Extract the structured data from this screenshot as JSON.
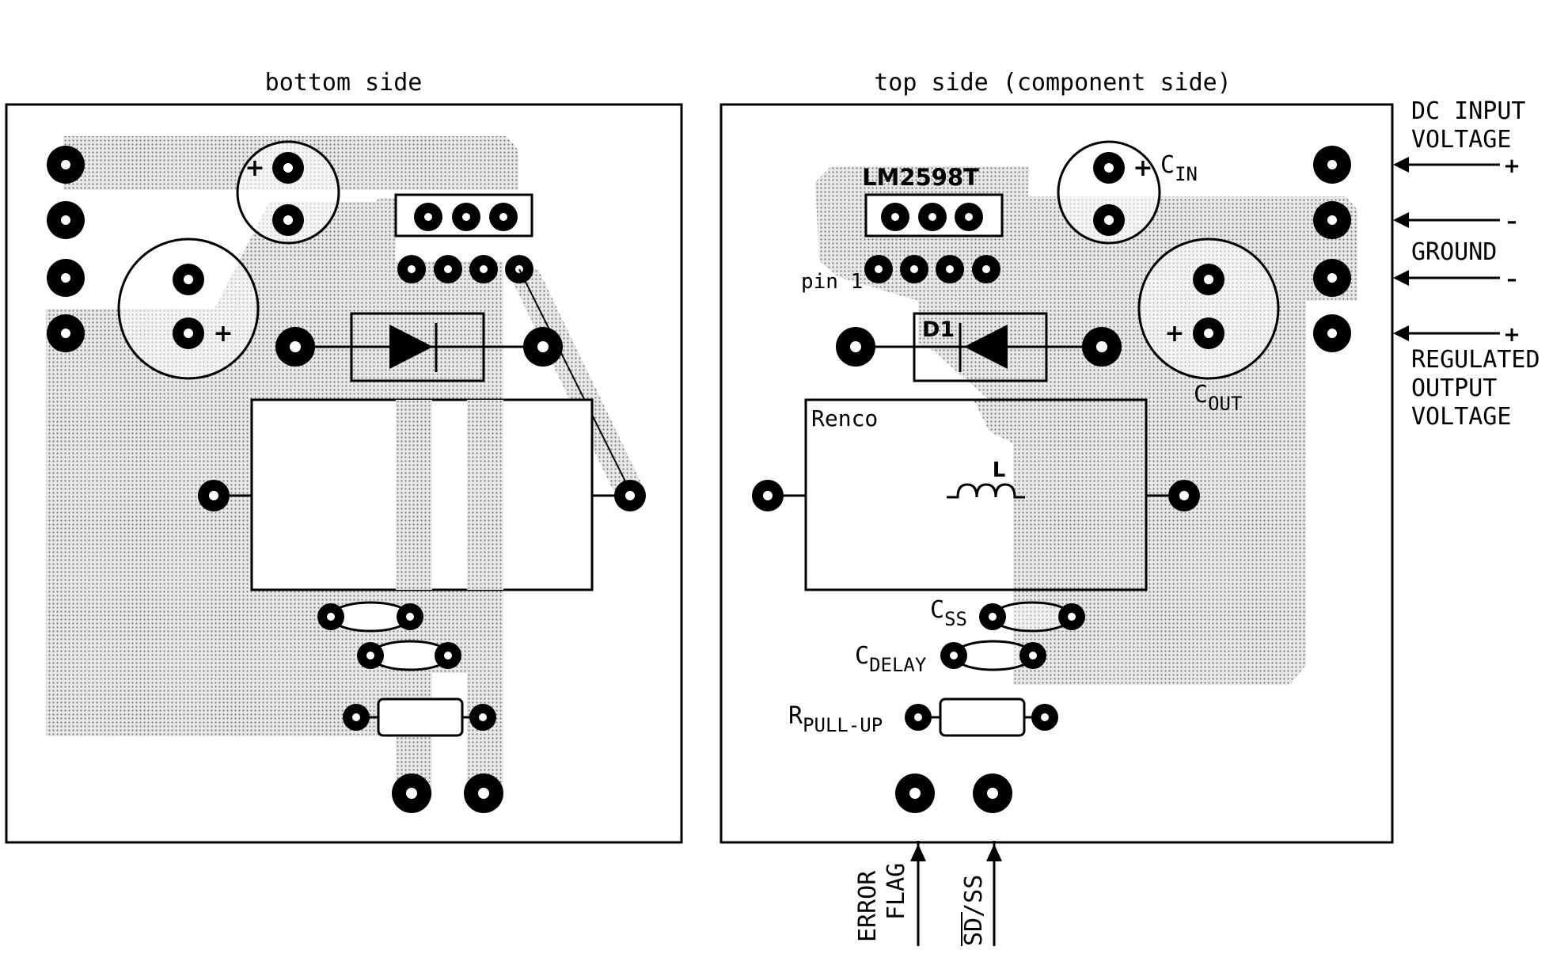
{
  "panels": {
    "bottom_title": "bottom side",
    "top_title": "top side (component side)"
  },
  "components": {
    "ic": "LM2598T",
    "pin1": "pin 1",
    "diode": "D1",
    "inductor_brand": "Renco",
    "inductor": "L",
    "cin": "C",
    "cin_sub": "IN",
    "cout": "C",
    "cout_sub": "OUT",
    "css": "C",
    "css_sub": "SS",
    "cdelay": "C",
    "cdelay_sub": "DELAY",
    "rpull": "R",
    "rpull_sub": "PULL-UP",
    "plus": "+"
  },
  "terminals": {
    "dc_input_1": "DC INPUT",
    "dc_input_2": "VOLTAGE",
    "plus": "+",
    "minus": "–",
    "ground": "GROUND",
    "reg_1": "REGULATED",
    "reg_2": "OUTPUT",
    "reg_3": "VOLTAGE",
    "error_1": "ERROR",
    "error_2": "FLAG",
    "sdss": "SD/SS"
  },
  "colors": {
    "ink": "#000000",
    "copper_fill": "#d6d6d6"
  }
}
